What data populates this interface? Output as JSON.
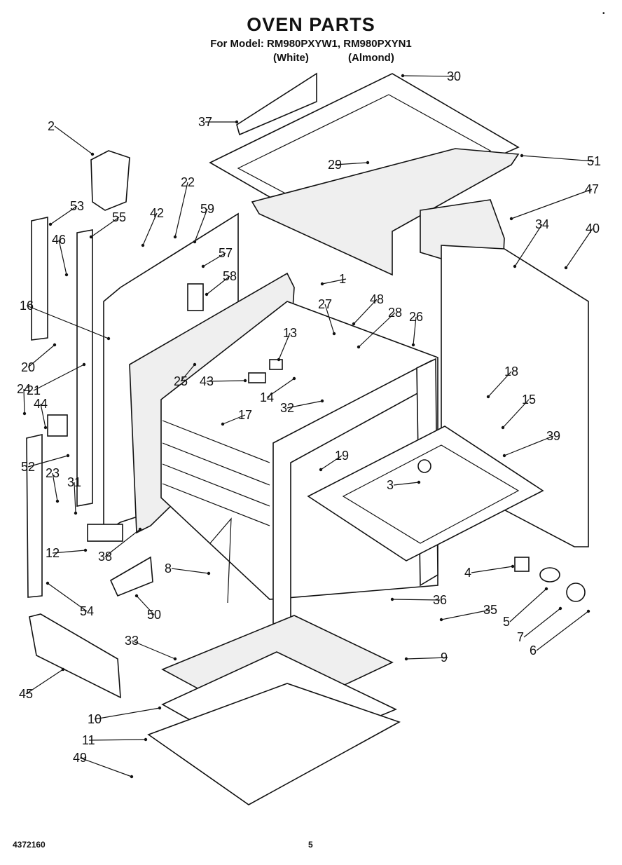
{
  "header": {
    "title": "OVEN PARTS",
    "model_line": "For Model: RM980PXYW1, RM980PXYN1",
    "color_white": "(White)",
    "color_almond": "(Almond)"
  },
  "footer": {
    "doc_number": "4372160",
    "page_number": "5"
  },
  "corner_mark": "•",
  "callouts": [
    "30",
    "37",
    "51",
    "29",
    "2",
    "22",
    "47",
    "53",
    "42",
    "59",
    "55",
    "34",
    "40",
    "46",
    "57",
    "58",
    "1",
    "16",
    "27",
    "48",
    "28",
    "26",
    "13",
    "20",
    "21",
    "25",
    "43",
    "18",
    "14",
    "32",
    "15",
    "24",
    "44",
    "17",
    "39",
    "52",
    "19",
    "23",
    "31",
    "3",
    "12",
    "38",
    "8",
    "4",
    "36",
    "54",
    "50",
    "35",
    "5",
    "7",
    "6",
    "33",
    "9",
    "45",
    "10",
    "11",
    "49"
  ]
}
